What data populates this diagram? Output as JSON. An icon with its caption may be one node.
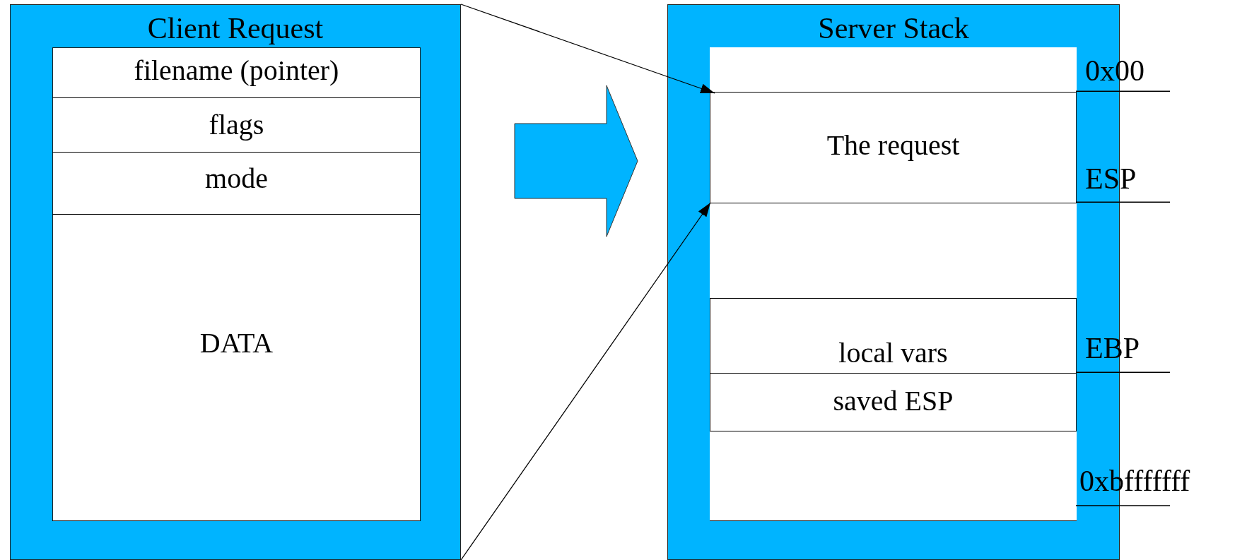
{
  "diagram": {
    "nodes": [
      {
        "text": [
          "Client Request"
        ]
      },
      {
        "text": [
          "filename (pointer)"
        ],
        "in": 0
      },
      {
        "text": [
          "flags"
        ],
        "in": 0
      },
      {
        "text": [
          "mode"
        ],
        "in": 0
      },
      {
        "text": [
          "DATA"
        ],
        "in": 0
      },
      {
        "text": [
          "Server Stack"
        ]
      },
      {
        "text": [],
        "shape": "box",
        "in": 5
      },
      {
        "text": [
          "The request"
        ],
        "in": 5
      },
      {
        "text": [],
        "shape": "box",
        "in": 5
      },
      {
        "text": [
          "local vars"
        ],
        "in": 5
      },
      {
        "text": [
          "saved ESP"
        ],
        "in": 5
      },
      {
        "text": [],
        "shape": "box",
        "in": 5
      }
    ],
    "edges": [
      {
        "from": 0,
        "to": 7,
        "arrow": "to"
      },
      {
        "from": 0,
        "to": 7,
        "arrow": "to"
      },
      {
        "from": 0,
        "to": 5,
        "arrow": "to",
        "style": "thick",
        "color": "#00b4ff"
      }
    ],
    "labels": [
      "0x00",
      "ESP",
      "EBP",
      "0xbfffffff"
    ]
  }
}
